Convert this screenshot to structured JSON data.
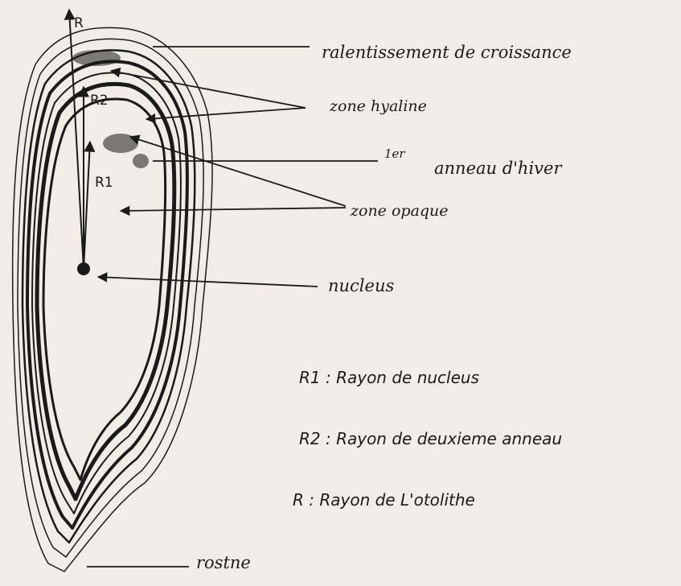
{
  "labels": {
    "ralentissement": "ralentissement de croissance",
    "zone_hyaline": "zone hyaline",
    "premier_anneau_sup": "1er",
    "premier_anneau": "anneau d'hiver",
    "zone_opaque": "zone opaque",
    "nucleus": "nucleus",
    "rostre": "rostne"
  },
  "radii": {
    "R": "R",
    "R1": "R1",
    "R2": "R2"
  },
  "legend": {
    "r1": "R1 : Rayon de nucleus",
    "r2": "R2 : Rayon de deuxieme anneau",
    "r": "R : Rayon de L'otolithe"
  },
  "colors": {
    "paper": "#f1ede6",
    "ink": "#1a1a1a"
  }
}
